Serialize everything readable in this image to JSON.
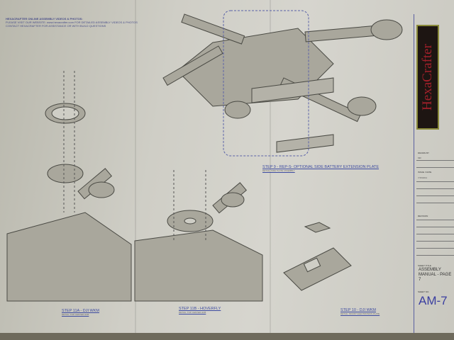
{
  "header": {
    "title": "HEXACRAFTER ONLINE ASSEMBLY VIDEOS & PHOTOS:",
    "line1": "PLEASE VISIT OUR WEBSITE: www.hexacrafter.com FOR DETAILED ASSEMBLY VIDEOS & PHOTOS",
    "line2": "CONTACT HEXACRAFTER FOR ASSISTANCE OR WITH BUILD QUESTIONS"
  },
  "steps": [
    {
      "label": "STEP 9 - REP-S- OPTIONAL SIDE BATTERY EXTENSION PLATE",
      "detail": "DETAIL: SIDE PLATE ASSEMBLY"
    },
    {
      "label": "STEP 11A - DJI WKM",
      "detail": "DETAIL: TOP CENTER HUB"
    },
    {
      "label": "STEP 11B - HOVERFLY",
      "detail": "DETAIL: TOP CENTER HUB"
    },
    {
      "label": "STEP 10 - DJI WKM",
      "detail": "DETAIL: MOUNT ELECTRONICS PLATE"
    }
  ],
  "title_block": {
    "logo": "HexaCrafter",
    "drawn_by_label": "DRAWN BY",
    "drawn_by": "MR",
    "issue_label": "ISSUE / DATE",
    "issue": "7/15/2011",
    "revision_label": "REVISION",
    "sheet_title_label": "SHEET TITLE",
    "sheet_title_1": "ASSEMBLY",
    "sheet_title_2": "MANUAL - PAGE 7",
    "sheet_no_label": "SHEET NO.",
    "sheet_no": "AM-7"
  },
  "colors": {
    "ink": "#3d4ba0",
    "logo_bg": "#1d1512",
    "logo_text": "#a0202a"
  }
}
